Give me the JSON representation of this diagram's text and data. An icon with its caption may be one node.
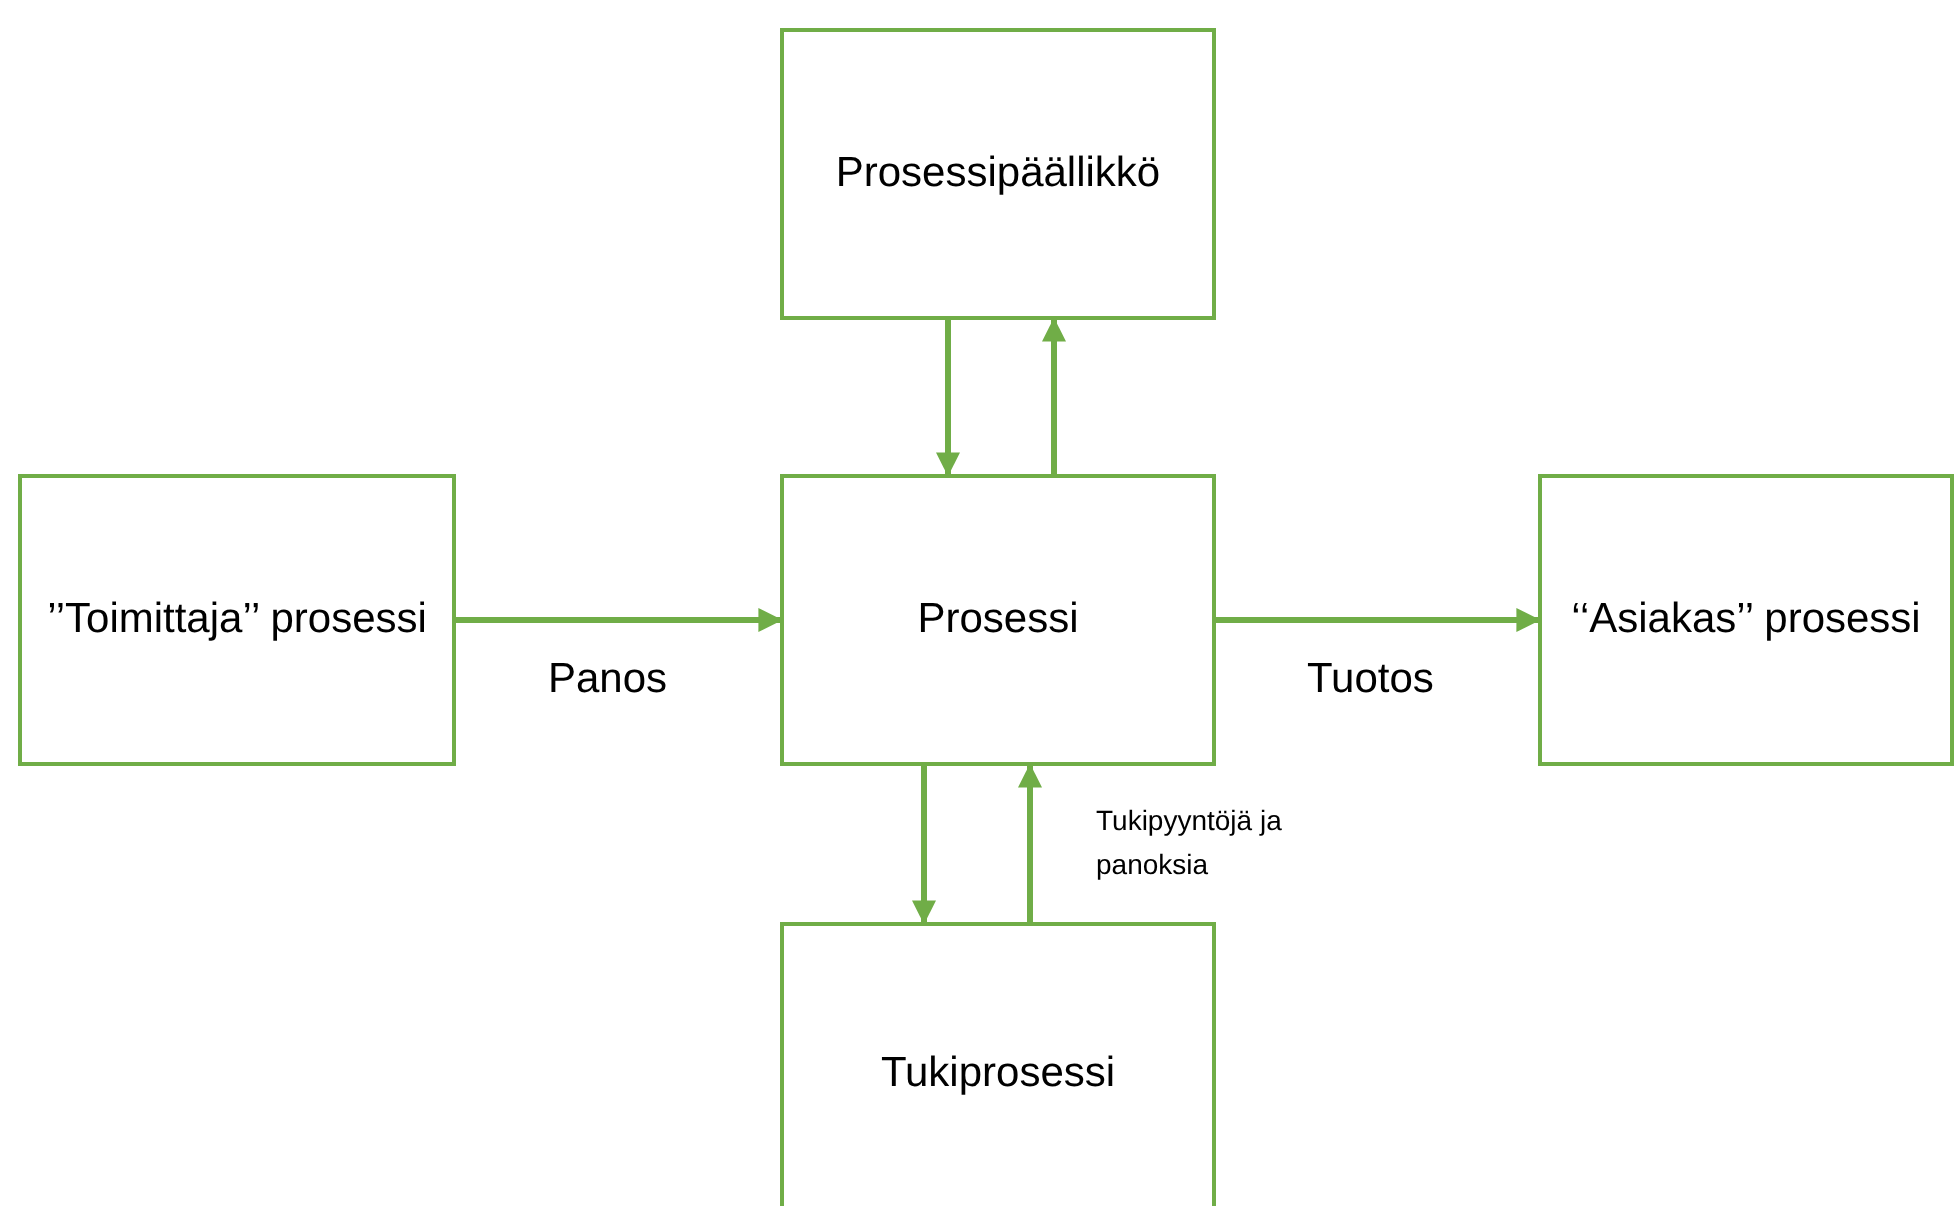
{
  "diagram": {
    "nodes": [
      {
        "text": [
          "Prosessipäällikkö"
        ]
      },
      {
        "text": [
          "’’Toimittaja’’ prosessi"
        ]
      },
      {
        "text": [
          "Prosessi"
        ]
      },
      {
        "text": [
          "‘‘Asiakas’’ prosessi"
        ]
      },
      {
        "text": [
          "Tukiprosessi"
        ]
      }
    ],
    "edges": [
      {
        "from": 0,
        "to": 2,
        "arrow": "to"
      },
      {
        "from": 2,
        "to": 0,
        "arrow": "to"
      },
      {
        "from": 1,
        "to": 2,
        "arrow": "to",
        "label": "Panos"
      },
      {
        "from": 2,
        "to": 3,
        "arrow": "to",
        "label": "Tuotos"
      },
      {
        "from": 2,
        "to": 4,
        "arrow": "to"
      },
      {
        "from": 4,
        "to": 2,
        "arrow": "to",
        "label": "Tukipyyntöjä ja panoksia"
      }
    ]
  }
}
